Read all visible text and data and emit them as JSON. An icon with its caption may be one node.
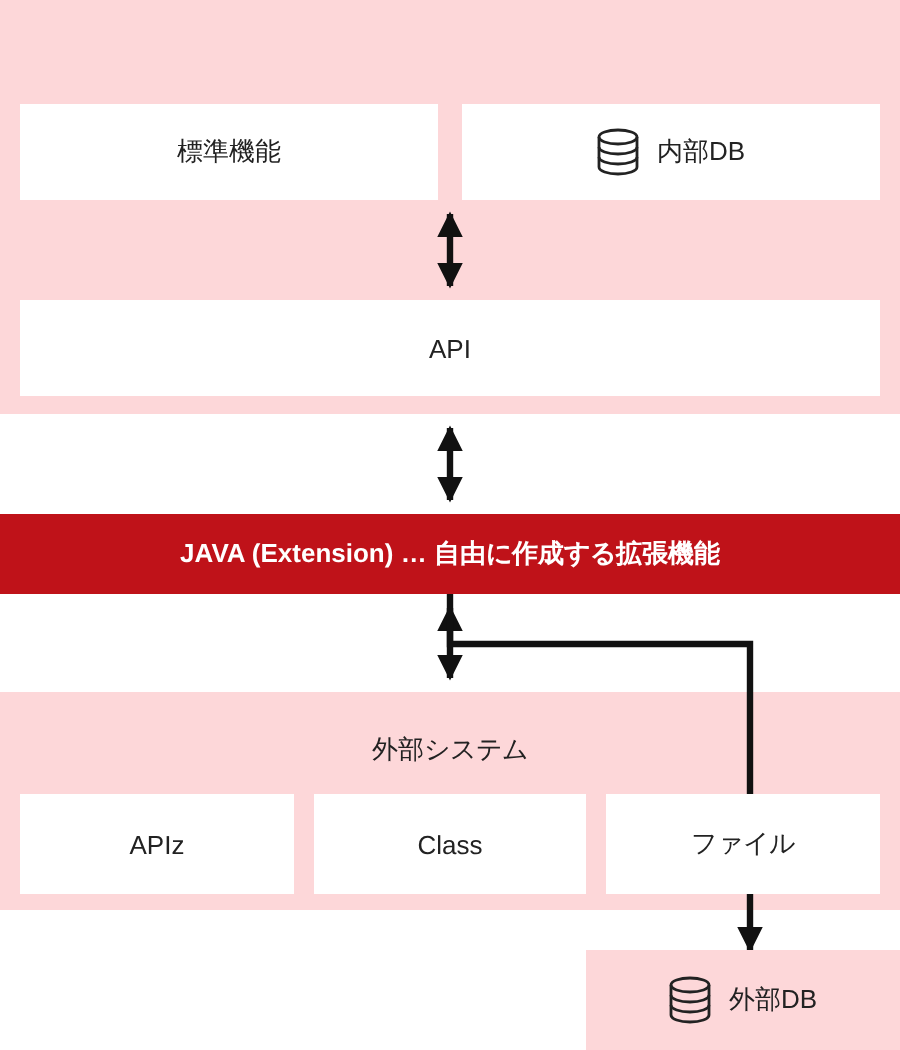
{
  "diagram": {
    "nodes": [
      {
        "text": [],
        "shape": "box"
      },
      {
        "text": [
          "標準機能"
        ],
        "in": 0
      },
      {
        "text": [
          "内部DB"
        ],
        "in": 0
      },
      {
        "text": [
          "API"
        ],
        "in": 0
      },
      {
        "text": [
          "JAVA (Extension) … 自由に作成する拡張機能"
        ]
      },
      {
        "text": [
          "外部システム"
        ]
      },
      {
        "text": [
          "APIz"
        ],
        "in": 5
      },
      {
        "text": [
          "Class"
        ],
        "in": 5
      },
      {
        "text": [
          "ファイル"
        ],
        "in": 5
      },
      {
        "text": [
          "外部DB"
        ]
      }
    ],
    "edges": [
      {
        "from": 1,
        "to": 3,
        "arrow": "both"
      },
      {
        "from": 0,
        "to": 4,
        "arrow": "both"
      },
      {
        "from": 4,
        "to": 5,
        "arrow": "both"
      },
      {
        "from": 4,
        "to": 8,
        "arrow": "none"
      },
      {
        "from": 8,
        "to": 9,
        "arrow": "to"
      }
    ]
  }
}
